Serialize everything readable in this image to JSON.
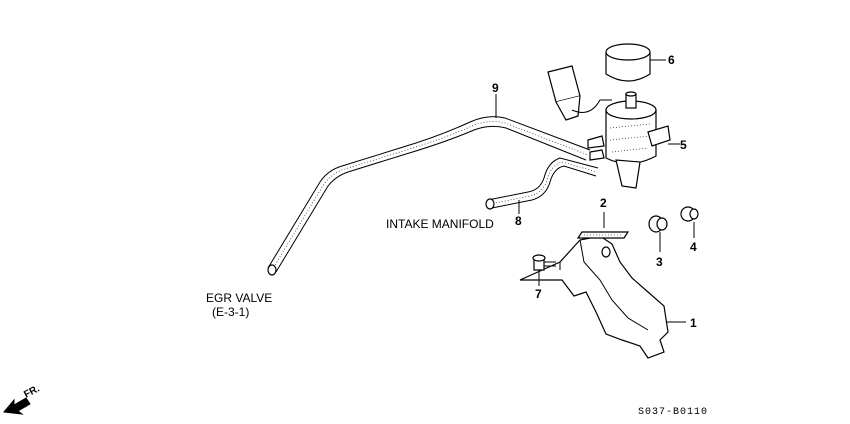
{
  "labels": {
    "egr_valve_line1": "EGR VALVE",
    "egr_valve_line2": "(E-3-1)",
    "intake_manifold": "INTAKE MANIFOLD",
    "fr": "FR.",
    "diagram_code": "S037-B0110"
  },
  "callouts": [
    "1",
    "2",
    "3",
    "4",
    "5",
    "6",
    "7",
    "8",
    "9"
  ]
}
